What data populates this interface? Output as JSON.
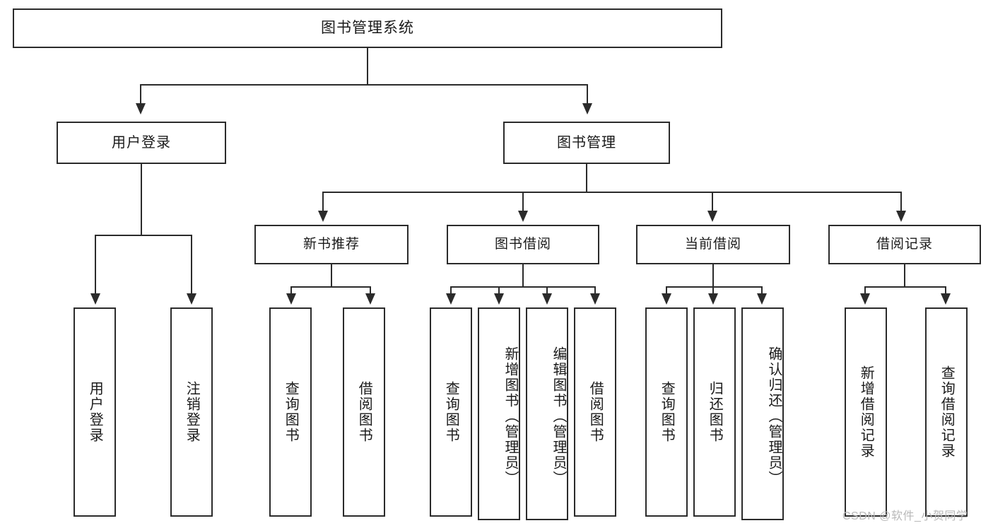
{
  "diagram": {
    "title": "图书管理系统",
    "type": "tree-structure-chart",
    "root": {
      "label": "图书管理系统"
    },
    "level2": [
      {
        "label": "用户登录"
      },
      {
        "label": "图书管理"
      }
    ],
    "level3": [
      {
        "label": "新书推荐"
      },
      {
        "label": "图书借阅"
      },
      {
        "label": "当前借阅"
      },
      {
        "label": "借阅记录"
      }
    ],
    "leaves": {
      "user_login": [
        {
          "label": "用户登录"
        },
        {
          "label": "注销登录"
        }
      ],
      "new_book_recommend": [
        {
          "label": "查询图书"
        },
        {
          "label": "借阅图书"
        }
      ],
      "book_borrow": [
        {
          "label": "查询图书"
        },
        {
          "label": "新增图书（管理员）"
        },
        {
          "label": "编辑图书（管理员）"
        },
        {
          "label": "借阅图书"
        }
      ],
      "current_borrow": [
        {
          "label": "查询图书"
        },
        {
          "label": "归还图书"
        },
        {
          "label": "确认归还（管理员）"
        }
      ],
      "borrow_record": [
        {
          "label": "新增借阅记录"
        },
        {
          "label": "查询借阅记录"
        }
      ]
    }
  },
  "watermark": {
    "text": "CSDN @软件_小贺同学"
  },
  "colors": {
    "stroke": "#2b2b2b",
    "background": "#ffffff",
    "text": "#1a1a1a",
    "watermark": "#b9b9b9"
  }
}
